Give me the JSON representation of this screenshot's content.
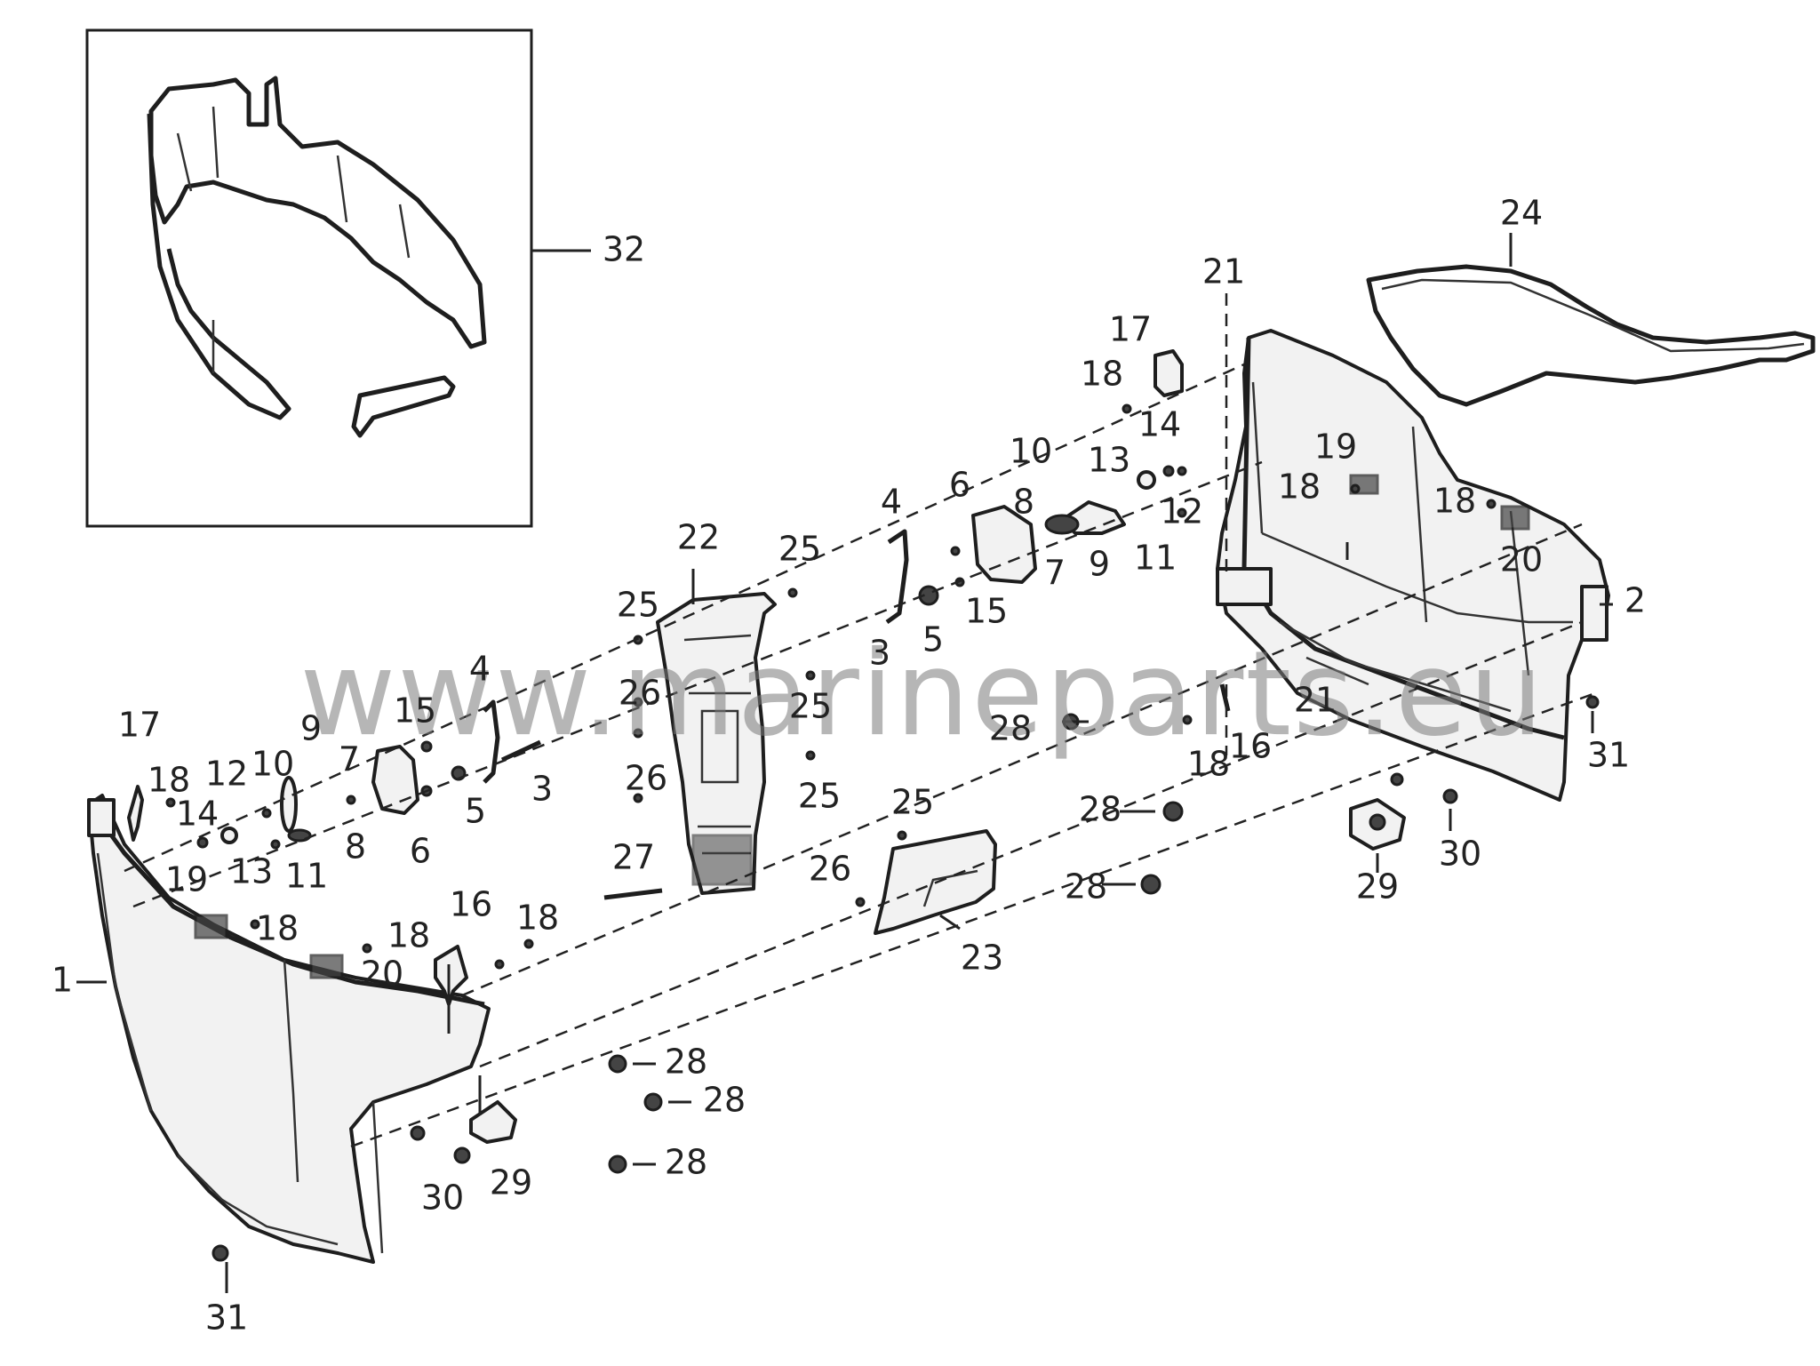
{
  "watermark": "www.marineparts.eu",
  "callouts": [
    {
      "id": "c-32",
      "text": "32"
    },
    {
      "id": "c-24",
      "text": "24"
    },
    {
      "id": "c-21a",
      "text": "21"
    },
    {
      "id": "c-21b",
      "text": "21"
    },
    {
      "id": "c-17a",
      "text": "17"
    },
    {
      "id": "c-18a",
      "text": "18"
    },
    {
      "id": "c-14a",
      "text": "14"
    },
    {
      "id": "c-13a",
      "text": "13"
    },
    {
      "id": "c-10a",
      "text": "10"
    },
    {
      "id": "c-12a",
      "text": "12"
    },
    {
      "id": "c-19a",
      "text": "19"
    },
    {
      "id": "c-18b",
      "text": "18"
    },
    {
      "id": "c-18c",
      "text": "18"
    },
    {
      "id": "c-20a",
      "text": "20"
    },
    {
      "id": "c-2",
      "text": "2"
    },
    {
      "id": "c-6a",
      "text": "6"
    },
    {
      "id": "c-8a",
      "text": "8"
    },
    {
      "id": "c-7a",
      "text": "7"
    },
    {
      "id": "c-9a",
      "text": "9"
    },
    {
      "id": "c-11a",
      "text": "11"
    },
    {
      "id": "c-15a",
      "text": "15"
    },
    {
      "id": "c-4a",
      "text": "4"
    },
    {
      "id": "c-5a",
      "text": "5"
    },
    {
      "id": "c-3a",
      "text": "3"
    },
    {
      "id": "c-22",
      "text": "22"
    },
    {
      "id": "c-25a",
      "text": "25"
    },
    {
      "id": "c-25b",
      "text": "25"
    },
    {
      "id": "c-26a",
      "text": "26"
    },
    {
      "id": "c-25c",
      "text": "25"
    },
    {
      "id": "c-26b",
      "text": "26"
    },
    {
      "id": "c-25d",
      "text": "25"
    },
    {
      "id": "c-28a",
      "text": "28"
    },
    {
      "id": "c-18d",
      "text": "18"
    },
    {
      "id": "c-16a",
      "text": "16"
    },
    {
      "id": "c-31a",
      "text": "31"
    },
    {
      "id": "c-28b",
      "text": "28"
    },
    {
      "id": "c-28c",
      "text": "28"
    },
    {
      "id": "c-29a",
      "text": "29"
    },
    {
      "id": "c-30a",
      "text": "30"
    },
    {
      "id": "c-17b",
      "text": "17"
    },
    {
      "id": "c-18e",
      "text": "18"
    },
    {
      "id": "c-12b",
      "text": "12"
    },
    {
      "id": "c-10b",
      "text": "10"
    },
    {
      "id": "c-9b",
      "text": "9"
    },
    {
      "id": "c-15b",
      "text": "15"
    },
    {
      "id": "c-4b",
      "text": "4"
    },
    {
      "id": "c-7b",
      "text": "7"
    },
    {
      "id": "c-14b",
      "text": "14"
    },
    {
      "id": "c-13b",
      "text": "13"
    },
    {
      "id": "c-11b",
      "text": "11"
    },
    {
      "id": "c-8b",
      "text": "8"
    },
    {
      "id": "c-6b",
      "text": "6"
    },
    {
      "id": "c-5b",
      "text": "5"
    },
    {
      "id": "c-3b",
      "text": "3"
    },
    {
      "id": "c-19b",
      "text": "19"
    },
    {
      "id": "c-18f",
      "text": "18"
    },
    {
      "id": "c-18g",
      "text": "18"
    },
    {
      "id": "c-18h",
      "text": "18"
    },
    {
      "id": "c-16b",
      "text": "16"
    },
    {
      "id": "c-20b",
      "text": "20"
    },
    {
      "id": "c-1",
      "text": "1"
    },
    {
      "id": "c-27",
      "text": "27"
    },
    {
      "id": "c-25e",
      "text": "25"
    },
    {
      "id": "c-26c",
      "text": "26"
    },
    {
      "id": "c-23",
      "text": "23"
    },
    {
      "id": "c-28d",
      "text": "28"
    },
    {
      "id": "c-28e",
      "text": "28"
    },
    {
      "id": "c-28f",
      "text": "28"
    },
    {
      "id": "c-29b",
      "text": "29"
    },
    {
      "id": "c-30b",
      "text": "30"
    },
    {
      "id": "c-31b",
      "text": "31"
    }
  ]
}
